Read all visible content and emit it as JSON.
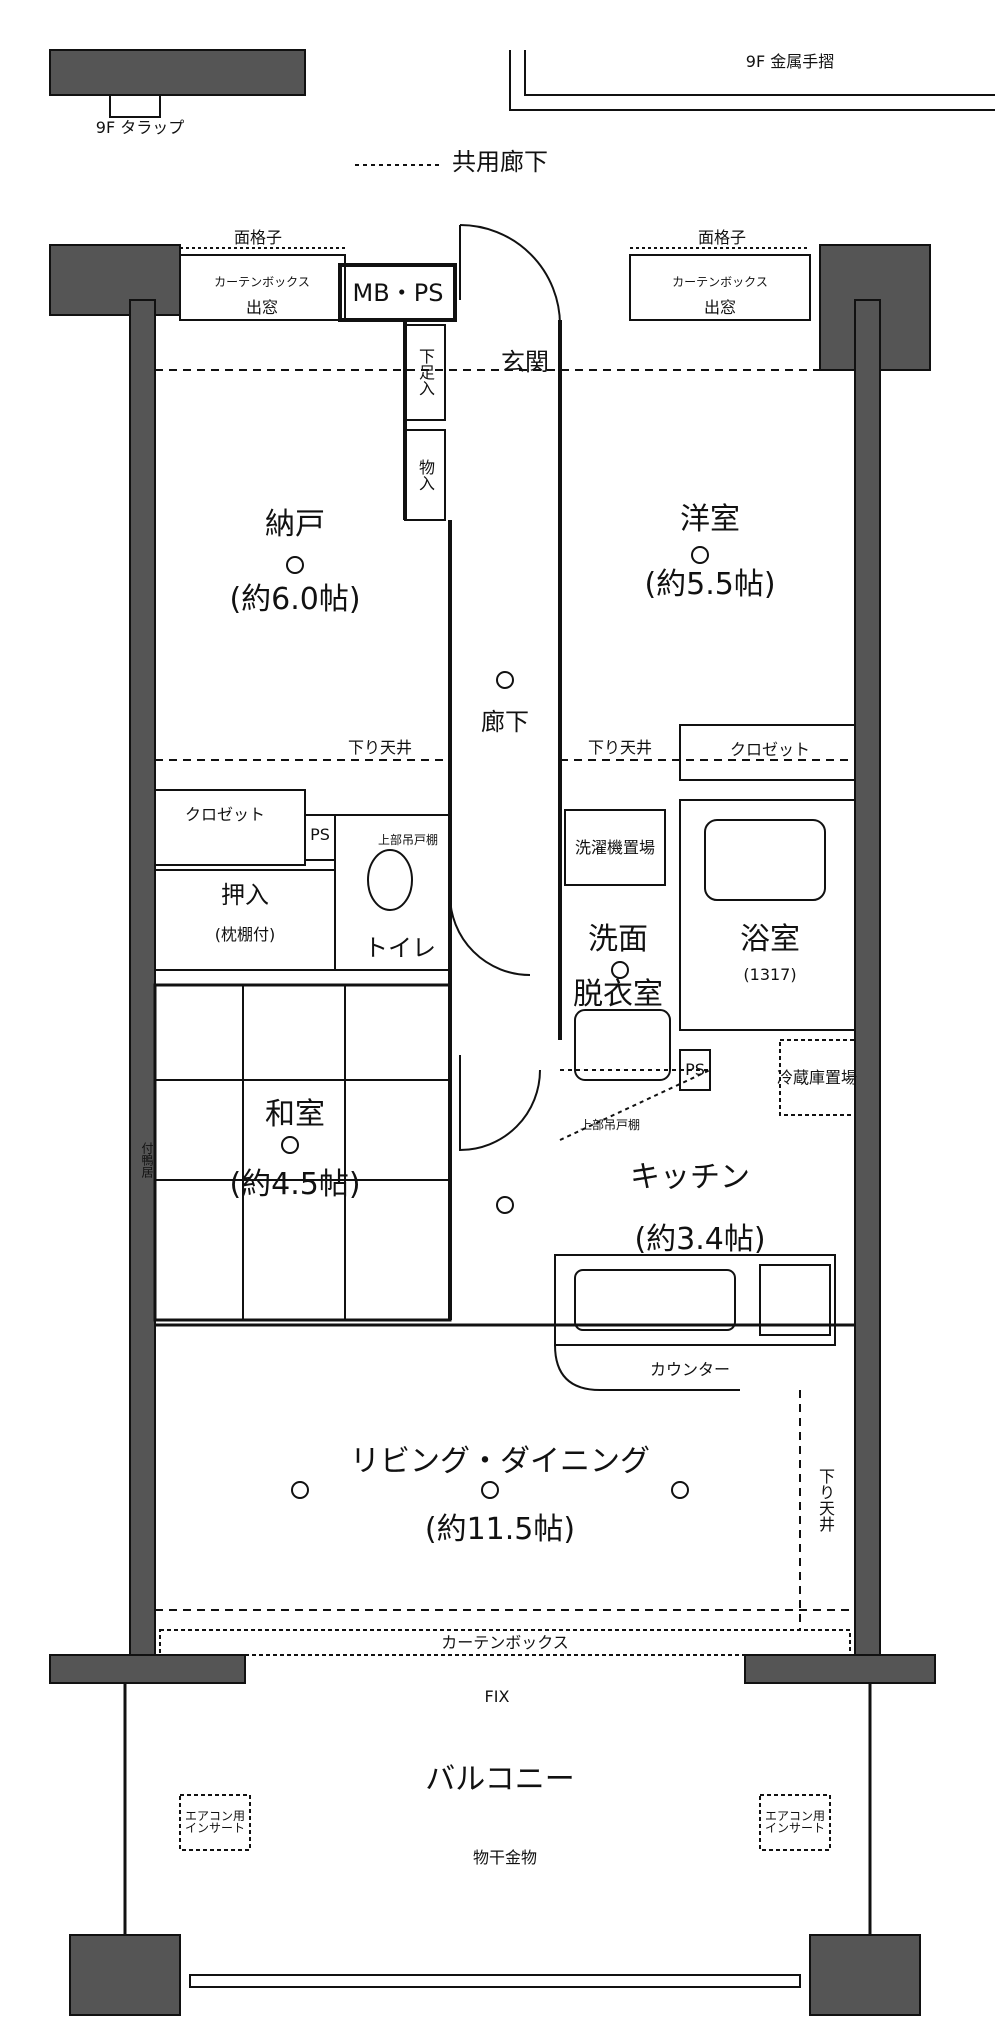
{
  "labels": {
    "top_9f_trap": "9F タラップ",
    "top_9f_rail": "9F 金属手摺",
    "common_corridor": "共用廊下",
    "lattice_left": "面格子",
    "lattice_right": "面格子",
    "curtain_box_left": "カーテンボックス",
    "curtain_box_right": "カーテンボックス",
    "bay_window_left": "出窓",
    "bay_window_right": "出窓",
    "mbps": "MB・PS",
    "entrance": "玄関",
    "shoe_box": "下足入",
    "storage_mono": "物入",
    "nando": "納戸",
    "nando_size": "(約6.0帖)",
    "youshitsu": "洋室",
    "youshitsu_size": "(約5.5帖)",
    "hallway": "廊下",
    "lowered_ceiling_1": "下り天井",
    "lowered_ceiling_2": "下り天井",
    "lowered_ceiling_3": "下り天井",
    "closet_left": "クロゼット",
    "closet_right": "クロゼット",
    "ps_1": "PS",
    "ps_2": "PS",
    "upper_shelf_1": "上部吊戸棚",
    "upper_shelf_2": "上部吊戸棚",
    "oshiire": "押入",
    "oshiire_sub": "(枕棚付)",
    "toilet": "トイレ",
    "washer_space": "洗濯機置場",
    "washroom_1": "洗面",
    "washroom_2": "脱衣室",
    "bathroom": "浴室",
    "bathroom_size": "(1317)",
    "fridge_space": "冷蔵庫置場",
    "washitsu": "和室",
    "washitsu_size": "(約4.5帖)",
    "tsuke_kamoi": "付鴨居",
    "kitchen": "キッチン",
    "kitchen_size": "(約3.4帖)",
    "counter": "カウンター",
    "living": "リビング・ダイニング",
    "living_size": "(約11.5帖)",
    "curtain_box_bottom": "カーテンボックス",
    "fix": "FIX",
    "balcony": "バルコニー",
    "ac_insert_left": "エアコン用インサート",
    "ac_insert_right": "エアコン用インサート",
    "drying_hardware": "物干金物"
  }
}
